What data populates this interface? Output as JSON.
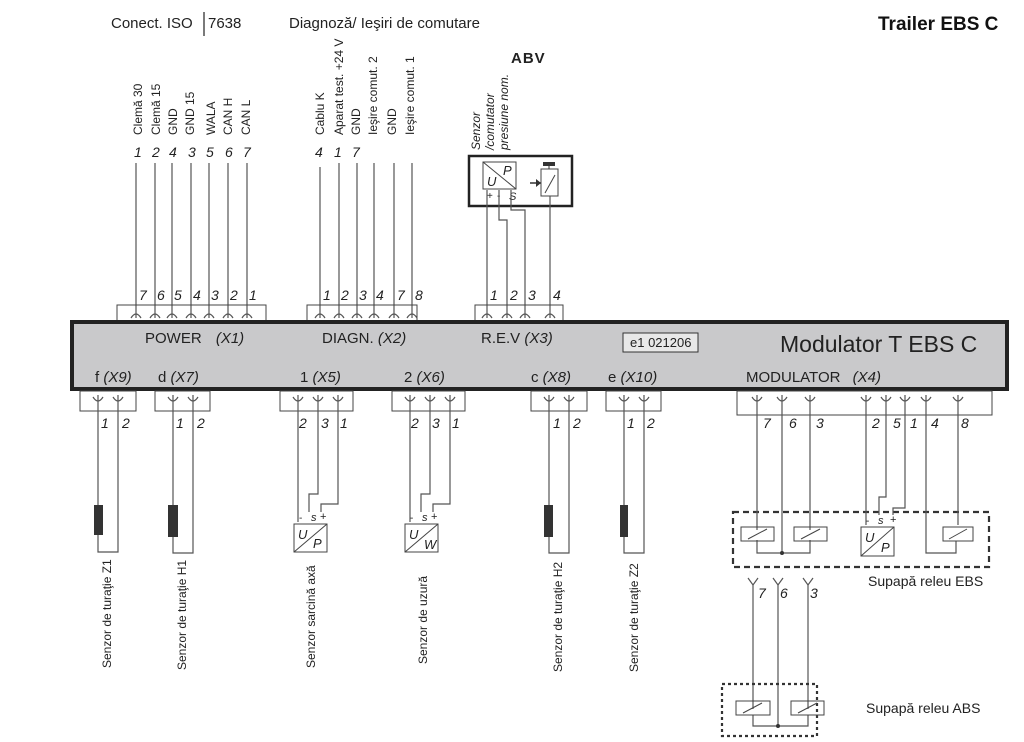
{
  "title": "Trailer EBS C",
  "headers": {
    "iso": "Conect. ISO",
    "iso_num": "7638",
    "diag": "Diagnoză/ Ieşiri de comutare",
    "abv": "ABV"
  },
  "iso_pins": [
    {
      "label": "Clemă 30",
      "num": "1"
    },
    {
      "label": "Clemă 15",
      "num": "2"
    },
    {
      "label": "GND",
      "num": "4"
    },
    {
      "label": "GND 15",
      "num": "3"
    },
    {
      "label": "WALA",
      "num": "5"
    },
    {
      "label": "CAN H",
      "num": "6"
    },
    {
      "label": "CAN L",
      "num": "7"
    }
  ],
  "diag_pins": [
    {
      "label": "Cablu K",
      "num": "4"
    },
    {
      "label": "Aparat test. +24 V",
      "num": "1"
    },
    {
      "label": "GND",
      "num": "7"
    },
    {
      "label": "Ieşire comut. 2",
      "num": ""
    },
    {
      "label": "GND",
      "num": ""
    },
    {
      "label": "Ieşire comut. 1",
      "num": ""
    }
  ],
  "abv_labels": [
    "Senzor",
    "/comutator",
    "presiune nom."
  ],
  "abv_sensor": {
    "u": "U",
    "p": "P",
    "plus": "+",
    "minus": "-",
    "s": "S"
  },
  "x1_pins": [
    "7",
    "6",
    "5",
    "4",
    "3",
    "2",
    "1"
  ],
  "x2_pins": [
    "1",
    "2",
    "3",
    "4",
    "7",
    "8"
  ],
  "x3_pins": [
    "1",
    "2",
    "3",
    "4"
  ],
  "modulator": {
    "name": "Modulator T EBS C",
    "code": "e1 021206",
    "top_connectors": [
      {
        "name": "POWER",
        "id": "(X1)"
      },
      {
        "name": "DIAGN.",
        "id": "(X2)"
      },
      {
        "name": "R.E.V",
        "id": "(X3)"
      }
    ],
    "bottom_connectors": [
      {
        "name": "f",
        "id": "(X9)"
      },
      {
        "name": "d",
        "id": "(X7)"
      },
      {
        "name": "1",
        "id": "(X5)"
      },
      {
        "name": "2",
        "id": "(X6)"
      },
      {
        "name": "c",
        "id": "(X8)"
      },
      {
        "name": "e",
        "id": "(X10)"
      },
      {
        "name": "MODULATOR",
        "id": "(X4)"
      }
    ]
  },
  "bottom_pins": {
    "x9": [
      "1",
      "2"
    ],
    "x7": [
      "1",
      "2"
    ],
    "x5": [
      "2",
      "3",
      "1"
    ],
    "x6": [
      "2",
      "3",
      "1"
    ],
    "x8": [
      "1",
      "2"
    ],
    "x10": [
      "1",
      "2"
    ],
    "x4": [
      "7",
      "6",
      "3",
      "2",
      "5",
      "1",
      "4",
      "8"
    ]
  },
  "sensors": [
    "Senzor de turaţie Z1",
    "Senzor de turaţie H1",
    "Senzor sarcină axă",
    "Senzor de uzură",
    "Senzor de turaţie H2",
    "Senzor de turaţie Z2"
  ],
  "sensor_symbols": {
    "load": {
      "u": "U",
      "p": "P",
      "minus": "-",
      "s": "s",
      "plus": "+"
    },
    "wear": {
      "u": "U",
      "w": "W",
      "minus": "-",
      "s": "s",
      "plus": "+"
    }
  },
  "ebs_valve": {
    "label": "Supapă releu EBS",
    "sensor": {
      "u": "U",
      "p": "P",
      "minus": "-",
      "s": "s",
      "plus": "+"
    },
    "out_pins": [
      "7",
      "6",
      "3"
    ]
  },
  "abs_valve": {
    "label": "Supapă releu ABS"
  }
}
